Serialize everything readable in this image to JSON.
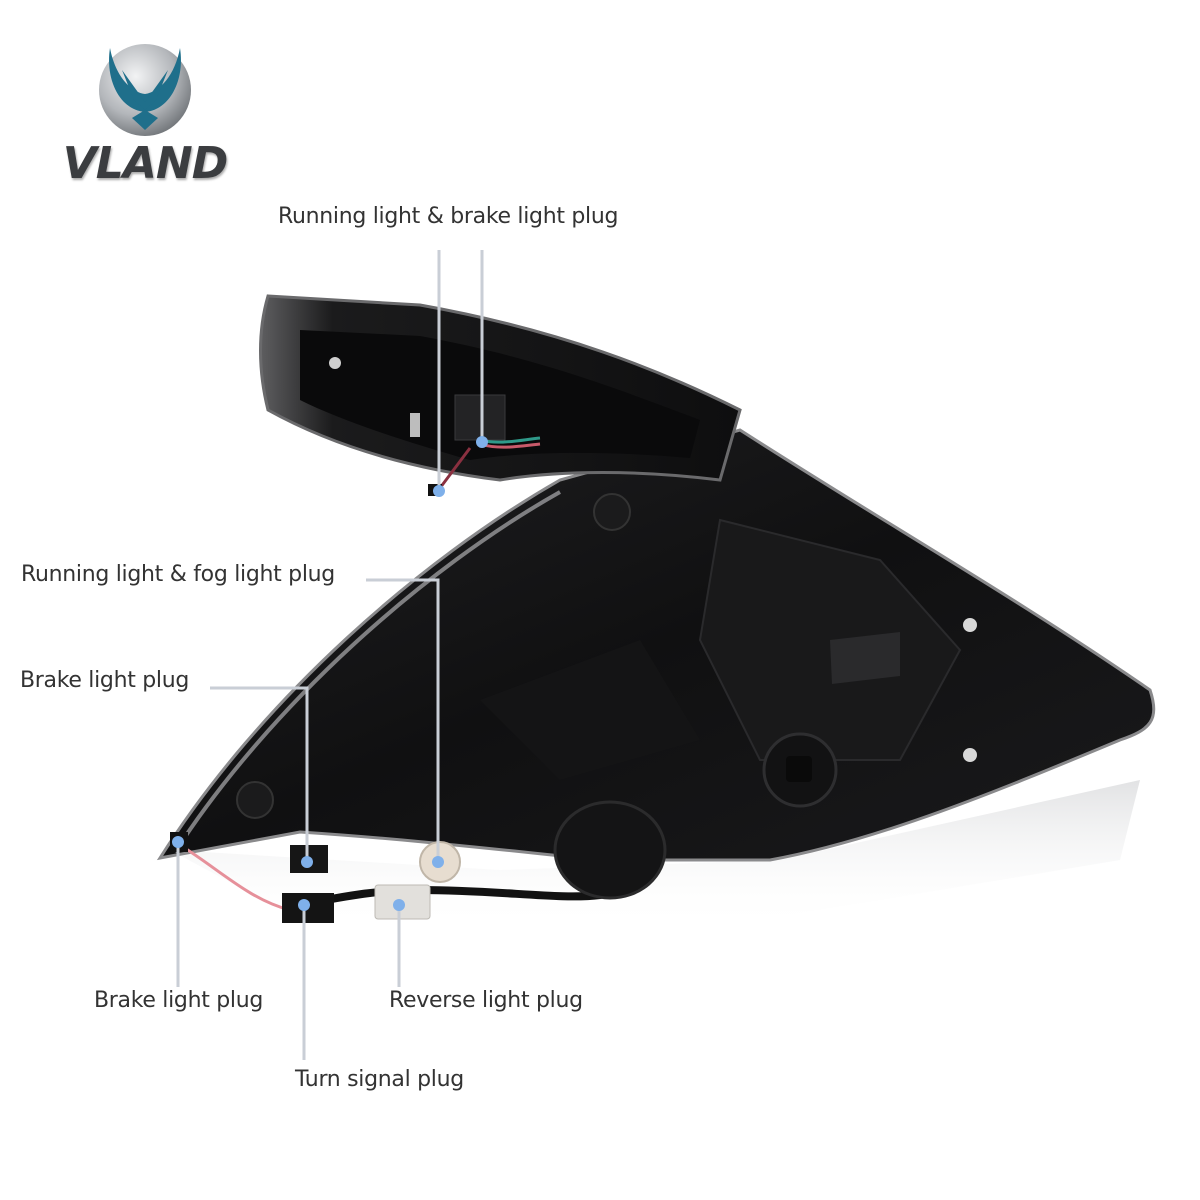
{
  "brand": {
    "name": "VLAND",
    "logo_colors": {
      "teal": "#1f6f8b",
      "silver": "#b9bcc0",
      "text": "#3b3d40"
    }
  },
  "callouts": [
    {
      "id": "running-brake-top",
      "label": "Running light & brake light plug"
    },
    {
      "id": "running-fog",
      "label": "Running light & fog light plug"
    },
    {
      "id": "brake-upper",
      "label": "Brake light plug"
    },
    {
      "id": "brake-lower",
      "label": "Brake light plug"
    },
    {
      "id": "reverse",
      "label": "Reverse light plug"
    },
    {
      "id": "turn-signal",
      "label": "Turn signal plug"
    }
  ],
  "colors": {
    "leader_line": "#c9ced6",
    "marker_dot": "#7fb0ea",
    "housing": "#0d0d0e",
    "housing_edge": "#8a8a8c",
    "label_text": "#333333"
  }
}
